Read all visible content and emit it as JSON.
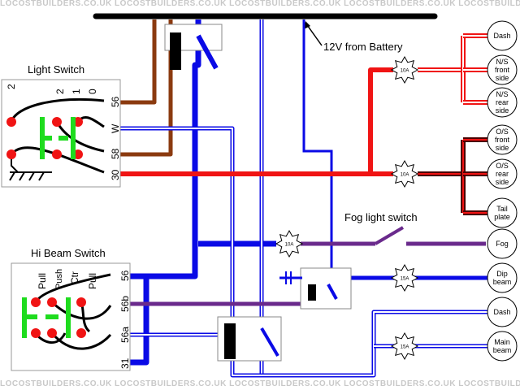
{
  "watermark": "LOCOSTBUILDERS.CO.UK   LOCOSTBUILDERS.CO.UK   LOCOSTBUILDERS.CO.UK   LOCOSTBUILDERS.CO.UK   LOCOSTBUILDERS.CO.UK   LOCOSTBUILDERS.CO.UK",
  "battery_label": "12V from Battery",
  "light_switch": {
    "title": "Light Switch",
    "positions": [
      "2",
      "2",
      "1",
      "0"
    ],
    "terminals": [
      "56",
      "W",
      "58",
      "30"
    ]
  },
  "hi_beam_switch": {
    "title": "Hi Beam Switch",
    "positions": [
      "Pull",
      "Push",
      "Ctr",
      "Pull"
    ],
    "terminals": [
      "56",
      "56b",
      "56a",
      "31"
    ]
  },
  "fog_switch_label": "Fog light switch",
  "fuses": [
    "10A",
    "10A",
    "10A",
    "15A",
    "15A"
  ],
  "lamps": {
    "dash_top": "Dash",
    "ns_front": [
      "N/S",
      "front",
      "side"
    ],
    "ns_rear": [
      "N/S",
      "rear",
      "side"
    ],
    "os_front": [
      "O/S",
      "front",
      "side"
    ],
    "os_rear": [
      "O/S",
      "rear",
      "side"
    ],
    "tail": [
      "Tail",
      "plate"
    ],
    "fog": "Fog",
    "dip": [
      "Dip",
      "beam"
    ],
    "dash_bottom": "Dash",
    "main": [
      "Main",
      "beam"
    ]
  },
  "colors": {
    "red": "#f01414",
    "blue": "#0a0ae6",
    "brown": "#8b3a0f",
    "green": "#1edc1e",
    "purple": "#6a2a8c",
    "dark_red": "#4a0000",
    "black": "#000000"
  }
}
